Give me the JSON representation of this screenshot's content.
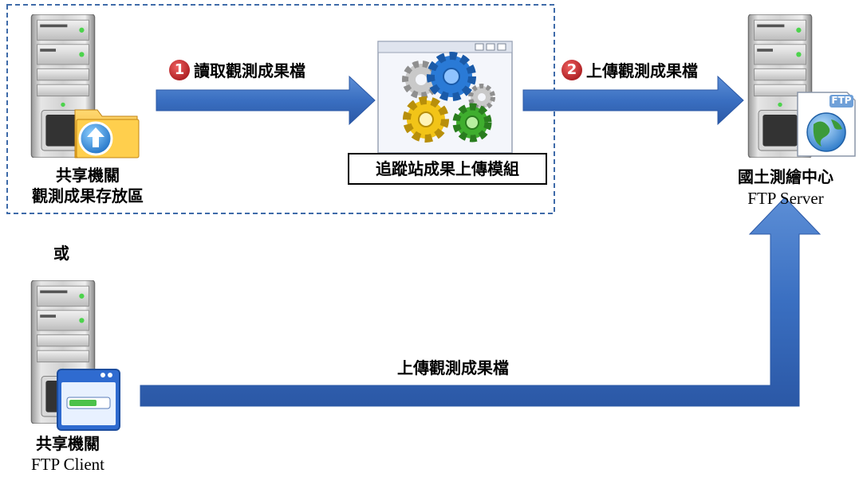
{
  "colors": {
    "arrow": "#3a6fc1",
    "arrow_dark": "#2b58a6",
    "dashed_border": "#3f6ba9",
    "badge": "#c8252a"
  },
  "shared_storage": {
    "line1": "共享機關",
    "line2": "觀測成果存放區",
    "icon": "server-with-folder-upload-icon"
  },
  "module": {
    "label": "追蹤站成果上傳模組",
    "icon": "gears-window-icon"
  },
  "ftp_server": {
    "line1": "國土測繪中心",
    "line2": "FTP Server",
    "icon": "server-with-ftp-globe-icon",
    "badge_text": "FTP"
  },
  "step1": {
    "number": "1",
    "label": "讀取觀測成果檔"
  },
  "step2": {
    "number": "2",
    "label": "上傳觀測成果檔"
  },
  "or_label": "或",
  "ftp_client": {
    "line1": "共享機關",
    "line2": "FTP Client",
    "icon": "server-with-progress-window-icon"
  },
  "bottom_arrow_label": "上傳觀測成果檔"
}
